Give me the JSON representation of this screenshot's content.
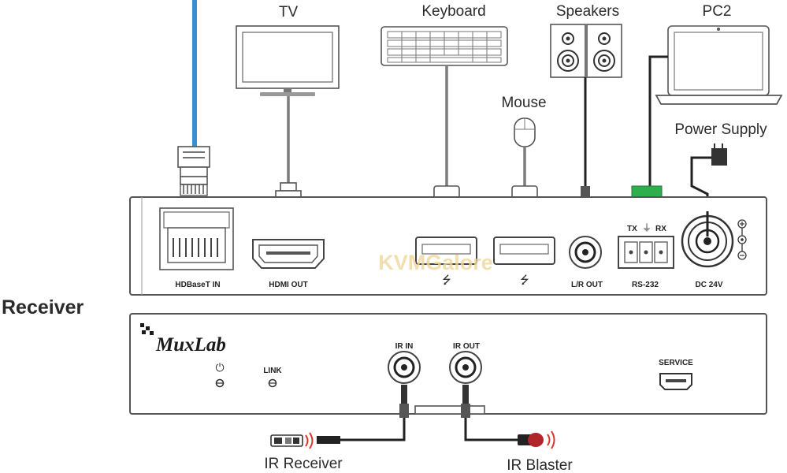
{
  "devices": {
    "tv": "TV",
    "keyboard": "Keyboard",
    "speakers": "Speakers",
    "pc2": "PC2",
    "mouse": "Mouse",
    "power_supply": "Power Supply",
    "ir_receiver": "IR Receiver",
    "ir_blaster": "IR Blaster"
  },
  "receiver_label": "Receiver",
  "watermark": "KVMGalore",
  "brand": "MuxLab",
  "rear_panel": {
    "hdbaset_in": "HDBaseT IN",
    "hdmi_out": "HDMI OUT",
    "lr_out": "L/R OUT",
    "rs232": "RS-232",
    "tx": "TX",
    "rx": "RX",
    "dc24v": "DC 24V"
  },
  "front_panel": {
    "link": "LINK",
    "ir_in": "IR IN",
    "ir_out": "IR OUT",
    "service": "SERVICE"
  },
  "icons": [
    "usb-icon",
    "power-icon",
    "led-icon",
    "ground-icon"
  ],
  "colors": {
    "network_cable": "#3a8fd0",
    "terminal_block": "#2fae4e",
    "ir_emitter": "#b0242a",
    "ir_waves": "#d43a2c",
    "watermark": "#f0d79a"
  }
}
